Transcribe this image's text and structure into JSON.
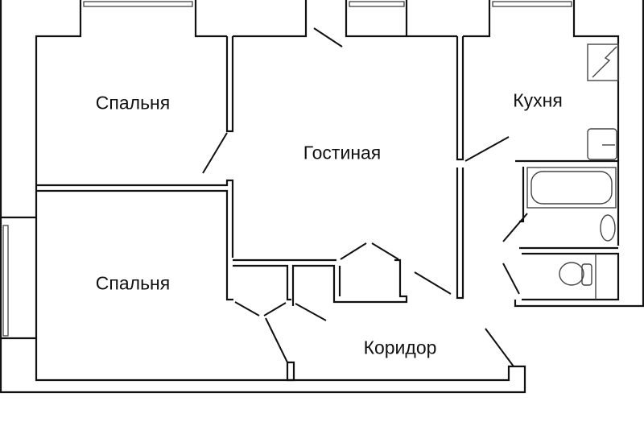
{
  "rooms": {
    "bedroom_1": "Спальня",
    "living_room": "Гостиная",
    "kitchen": "Кухня",
    "bedroom_2": "Спальня",
    "corridor": "Коридор"
  },
  "colors": {
    "wall": "#111111",
    "background": "#ffffff"
  }
}
